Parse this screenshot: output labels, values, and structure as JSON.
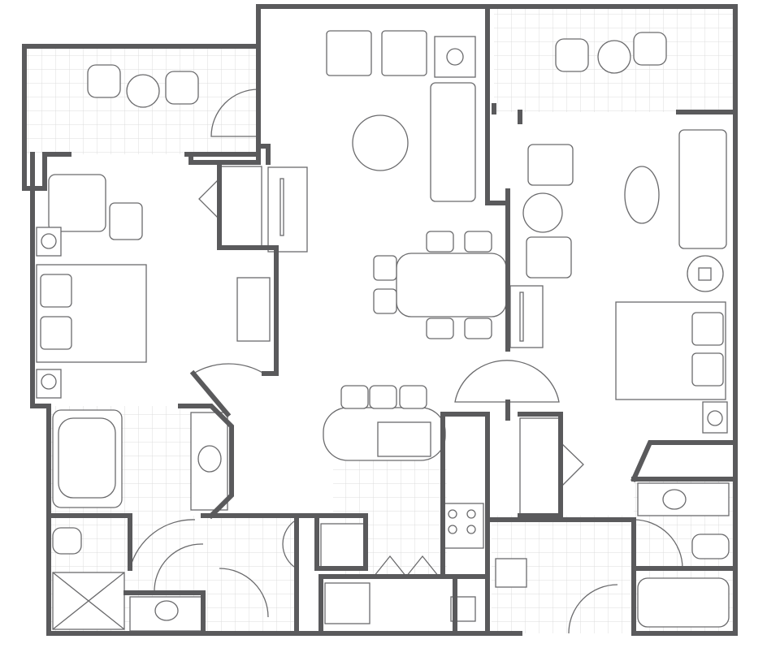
{
  "diagram": {
    "type": "floor-plan",
    "colors": {
      "wall": "#5a5a5c",
      "furniture_outline": "#6a6a6c",
      "tile_grid": "#dcdcdc",
      "background": "#ffffff"
    },
    "rooms": [
      "left-balcony",
      "right-balcony",
      "living-room",
      "dining-area",
      "kitchen",
      "master-bedroom",
      "second-bedroom",
      "master-bathroom",
      "second-bathroom",
      "laundry",
      "entry"
    ],
    "fixtures": [
      "bed",
      "sofa",
      "armchair",
      "dining-table",
      "bistro-table",
      "bathtub",
      "shower",
      "toilet",
      "sink",
      "stove",
      "kitchen-sink",
      "bar-stool",
      "closet",
      "dresser",
      "lamp-table"
    ]
  }
}
